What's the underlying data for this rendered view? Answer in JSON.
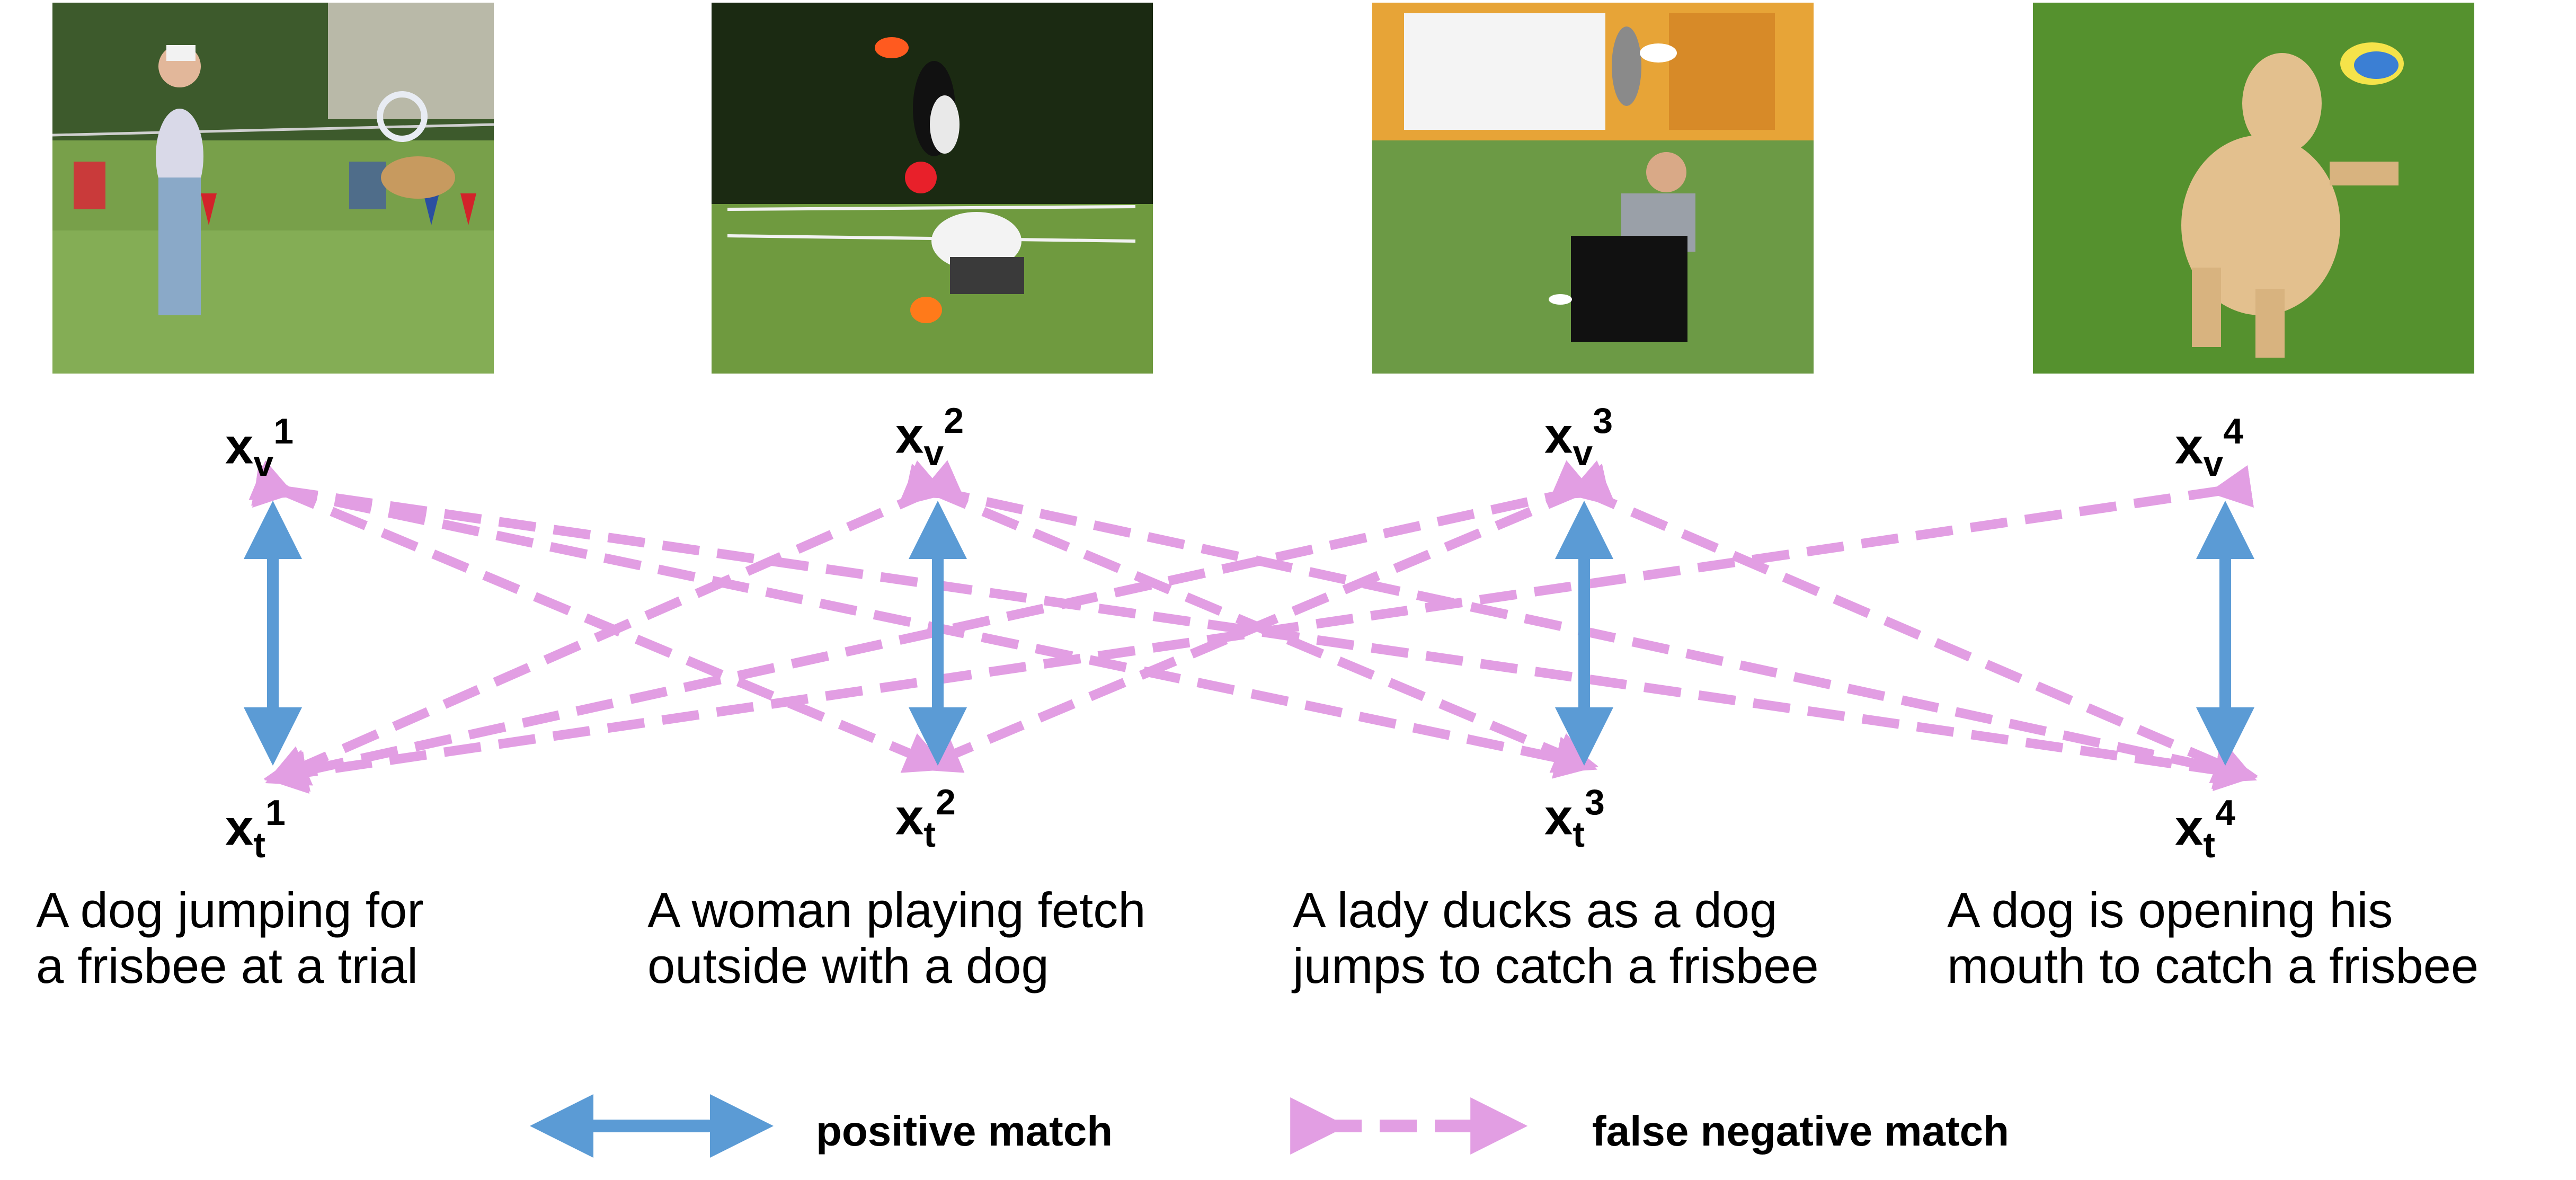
{
  "nodes": [
    {
      "id": 1,
      "visual": {
        "base": "x",
        "sub": "v",
        "sup": "1"
      },
      "text": {
        "base": "x",
        "sub": "t",
        "sup": "1"
      },
      "caption": [
        "A dog jumping for",
        "a frisbee at a trial"
      ]
    },
    {
      "id": 2,
      "visual": {
        "base": "x",
        "sub": "v",
        "sup": "2"
      },
      "text": {
        "base": "x",
        "sub": "t",
        "sup": "2"
      },
      "caption": [
        "A woman playing fetch",
        "outside with a dog"
      ]
    },
    {
      "id": 3,
      "visual": {
        "base": "x",
        "sub": "v",
        "sup": "3"
      },
      "text": {
        "base": "x",
        "sub": "t",
        "sup": "3"
      },
      "caption": [
        "A lady ducks as a dog",
        "jumps to catch a frisbee"
      ]
    },
    {
      "id": 4,
      "visual": {
        "base": "x",
        "sub": "v",
        "sup": "4"
      },
      "text": {
        "base": "x",
        "sub": "t",
        "sup": "4"
      },
      "caption": [
        "A dog is opening his",
        "mouth to catch a frisbee"
      ]
    }
  ],
  "edges": {
    "positive": [
      [
        1,
        1
      ],
      [
        2,
        2
      ],
      [
        3,
        3
      ],
      [
        4,
        4
      ]
    ],
    "false_negative": [
      [
        1,
        2
      ],
      [
        1,
        3
      ],
      [
        1,
        4
      ],
      [
        2,
        1
      ],
      [
        2,
        3
      ],
      [
        2,
        4
      ],
      [
        3,
        1
      ],
      [
        3,
        2
      ],
      [
        3,
        4
      ],
      [
        4,
        1
      ]
    ]
  },
  "legend": {
    "positive_label": "positive match",
    "false_negative_label": "false negative match"
  },
  "colors": {
    "positive": "#5b9bd5",
    "false_negative": "#e29ee3"
  }
}
